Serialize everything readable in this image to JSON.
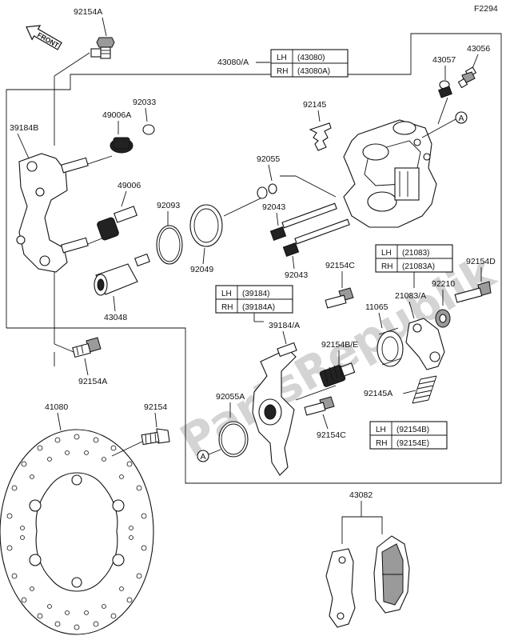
{
  "figure_code": "F2294",
  "front_arrow": "FRONT",
  "watermark": "PartsRepublik",
  "callouts": {
    "c92154A_top": "92154A",
    "c43080A": "43080/A",
    "c43057": "43057",
    "c43056": "43056",
    "c92033": "92033",
    "c49006A": "49006A",
    "c39184B": "39184B",
    "c92145": "92145",
    "c92055": "92055",
    "c49006": "49006",
    "c92093": "92093",
    "c92043a": "92043",
    "c92049": "92049",
    "c92043b": "92043",
    "c43048": "43048",
    "c92154C_top": "92154C",
    "c92154D": "92154D",
    "c92210": "92210",
    "c21083A": "21083/A",
    "c11065": "11065",
    "c39184A": "39184/A",
    "c92154BE": "92154B/E",
    "c92154A_mid": "92154A",
    "c92145A": "92145A",
    "c92055A": "92055A",
    "c92154C_low": "92154C",
    "c41080": "41080",
    "c92154": "92154",
    "c43082": "43082",
    "ref_a1": "A",
    "ref_a2": "A"
  },
  "tables": {
    "t43080": {
      "lh_label": "LH",
      "lh_value": "(43080)",
      "rh_label": "RH",
      "rh_value": "(43080A)"
    },
    "t21083": {
      "lh_label": "LH",
      "lh_value": "(21083)",
      "rh_label": "RH",
      "rh_value": "(21083A)"
    },
    "t39184": {
      "lh_label": "LH",
      "lh_value": "(39184)",
      "rh_label": "RH",
      "rh_value": "(39184A)"
    },
    "t92154": {
      "lh_label": "LH",
      "lh_value": "(92154B)",
      "rh_label": "RH",
      "rh_value": "(92154E)"
    }
  }
}
